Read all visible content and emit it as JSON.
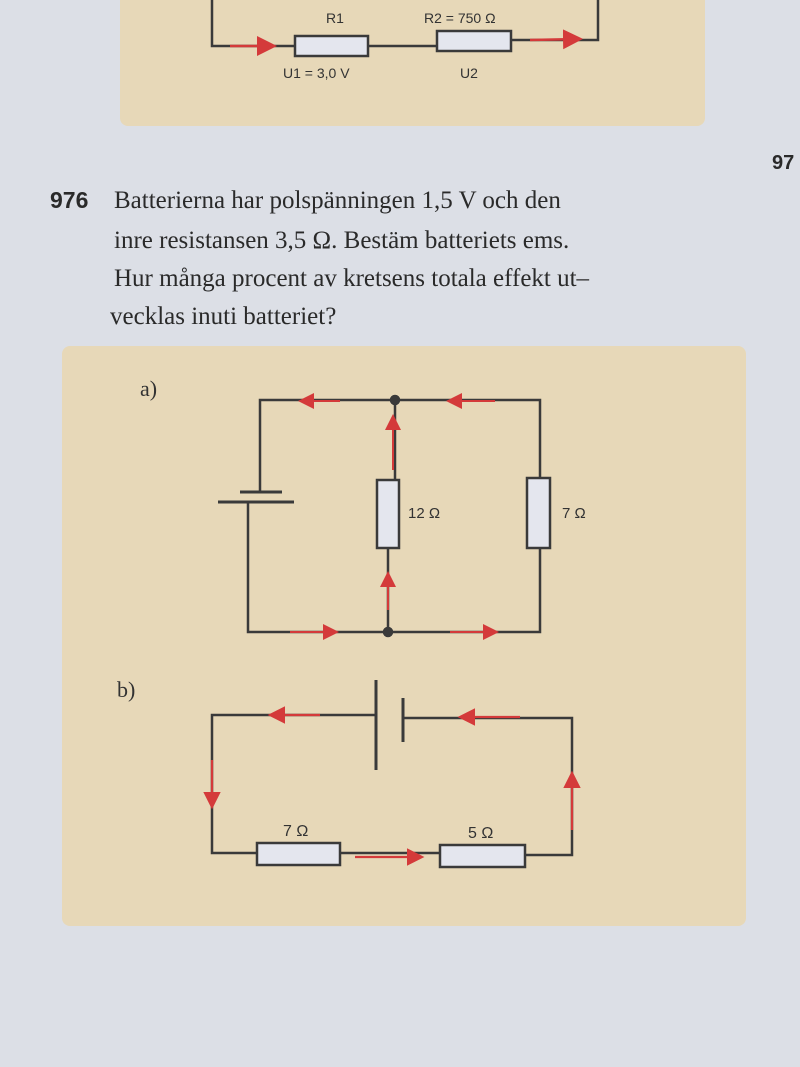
{
  "top_figure": {
    "r1_label": "R1",
    "r2_label": "R2 = 750 Ω",
    "u1_label": "U1 = 3,0 V",
    "u2_label": "U2"
  },
  "adjacent_problem_number": "97",
  "problem": {
    "number": "976",
    "lines": [
      "Batterierna har polspänningen 1,5 V och den",
      "inre resistansen 3,5 Ω. Bestäm batteriets ems.",
      "Hur många procent av kretsens totala effekt ut–",
      "vecklas inuti batteriet?"
    ]
  },
  "circuit_a": {
    "label": "a)",
    "r_middle": "12 Ω",
    "r_right": "7 Ω"
  },
  "circuit_b": {
    "label": "b)",
    "r_left": "7 Ω",
    "r_right": "5 Ω"
  },
  "colors": {
    "wire": "#3a3a3a",
    "current_arrow": "#d43a3a",
    "resistor_fill": "#e4e6ee",
    "panel": "#e7d8b8"
  }
}
